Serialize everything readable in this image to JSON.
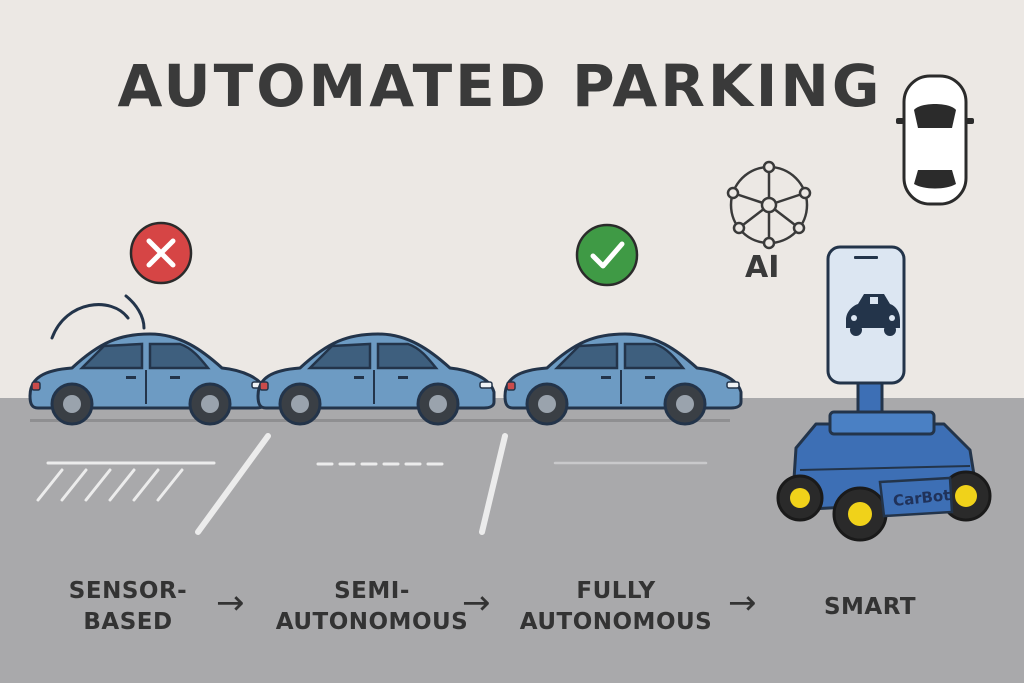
{
  "title": "AUTOMATED PARKING",
  "ai_label": "AI",
  "robot_label": "CarBot",
  "stages": [
    {
      "line1": "SENSOR-",
      "line2": "BASED"
    },
    {
      "line1": "SEMI-",
      "line2": "AUTONOMOUS"
    },
    {
      "line1": "FULLY",
      "line2": "AUTONOMOUS"
    },
    {
      "line1": "SMART",
      "line2": ""
    }
  ],
  "arrow_glyph": "→",
  "status_icons": [
    "x-mark-icon",
    "check-mark-icon"
  ],
  "colors": {
    "background": "#ece8e4",
    "ground": "#a9a9ab",
    "car": "#6d9bc3",
    "error": "#d64545",
    "success": "#3f9a45",
    "robot": "#3d6fb5",
    "wheel_hub": "#f0d21a"
  }
}
